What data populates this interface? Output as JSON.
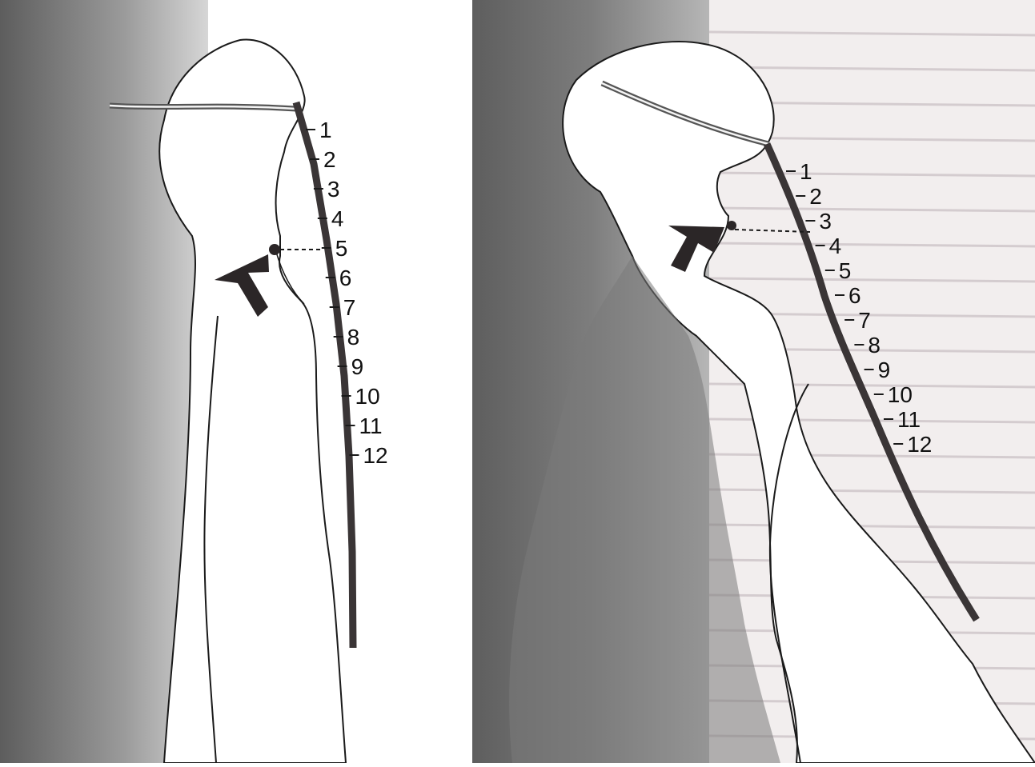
{
  "panels": [
    {
      "id": "left",
      "marker_label": "5",
      "vertebrae": [
        "1",
        "2",
        "3",
        "4",
        "5",
        "6",
        "7",
        "8",
        "9",
        "10",
        "11",
        "12"
      ]
    },
    {
      "id": "right",
      "marker_label": "3",
      "vertebrae": [
        "1",
        "2",
        "3",
        "4",
        "5",
        "6",
        "7",
        "8",
        "9",
        "10",
        "11",
        "12"
      ]
    }
  ],
  "colors": {
    "figure_stroke": "#1a1a1a",
    "spine_bar": "#3a3536",
    "arrow": "#2b2627",
    "shade_dark": "#6e6e6e",
    "shade_light": "#cfcfcf",
    "page_bg": "#f2eeee",
    "background_text": "#8d7f84"
  }
}
